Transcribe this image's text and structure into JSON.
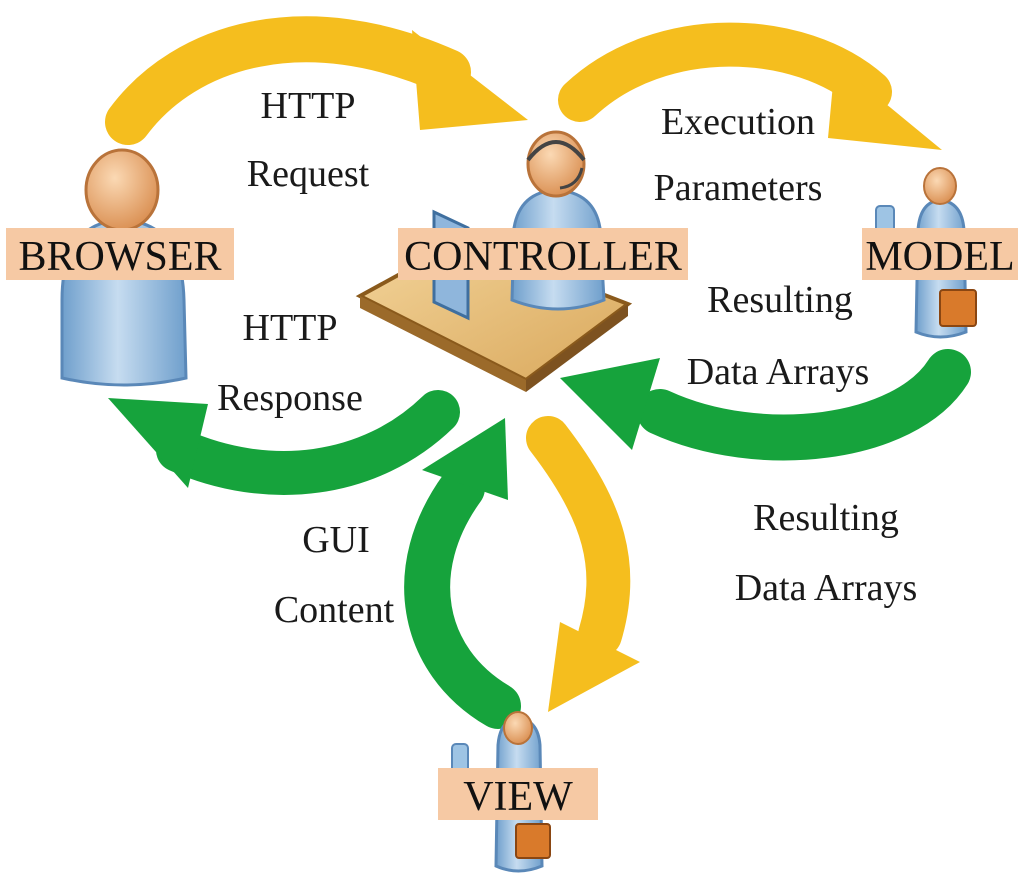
{
  "nodes": {
    "browser": "BROWSER",
    "controller": "CONTROLLER",
    "model": "MODEL",
    "view": "VIEW"
  },
  "flows": {
    "http_request": [
      "HTTP",
      "Request"
    ],
    "execution_parameters": [
      "Execution",
      "Parameters"
    ],
    "model_result": [
      "Resulting",
      "Data Arrays"
    ],
    "http_response": [
      "HTTP",
      "Response"
    ],
    "gui_content": [
      "GUI",
      "Content"
    ],
    "view_result": [
      "Resulting",
      "Data Arrays"
    ]
  },
  "colors": {
    "request_arrow": "#F5BE1E",
    "response_arrow": "#16A33C",
    "label_box": "#F6C9A4",
    "person_body": "#9EC4E4",
    "person_head": "#F0B67E",
    "desk_top": "#E9C27F",
    "briefcase": "#D97A2B"
  },
  "icons": [
    "person-icon",
    "headset-icon",
    "desk-icon",
    "briefcase-icon"
  ]
}
